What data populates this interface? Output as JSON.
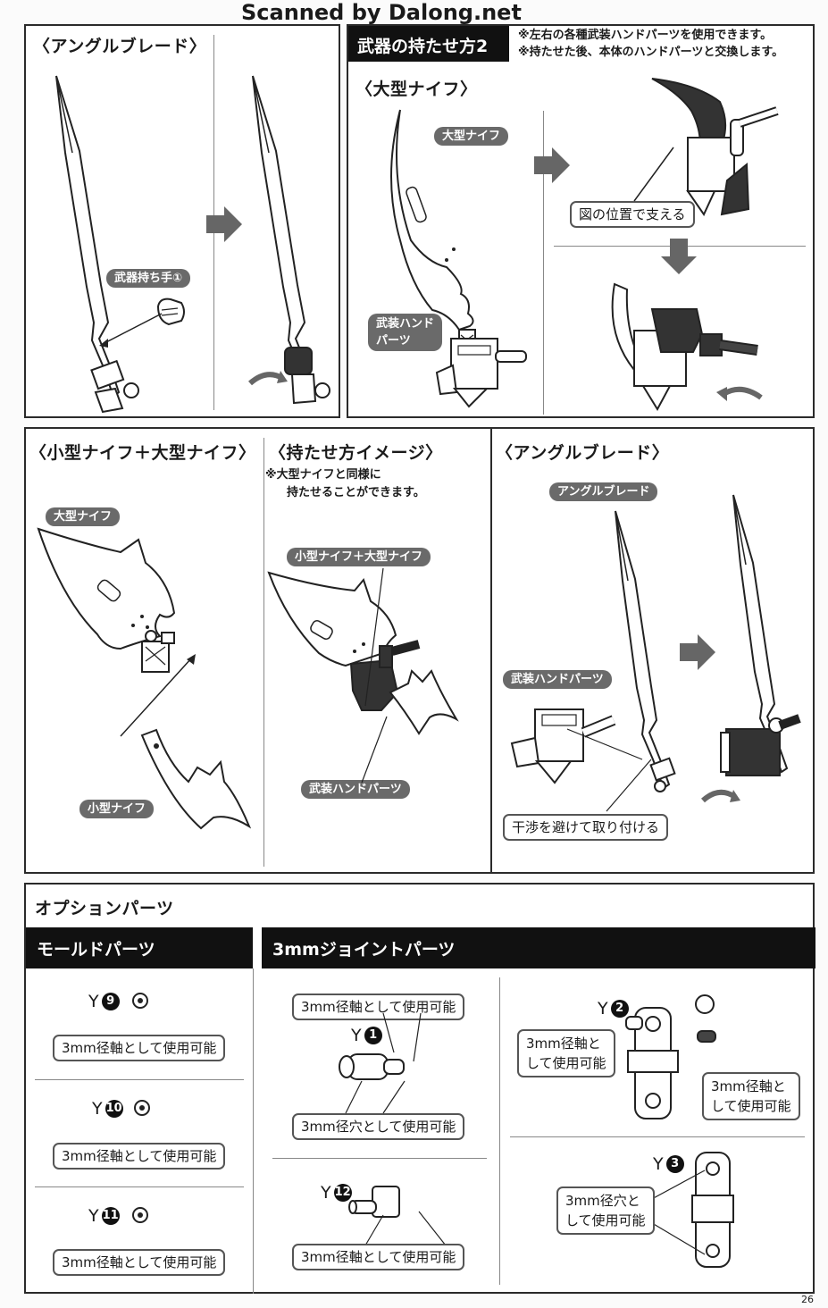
{
  "watermark": "Scanned by Dalong.net",
  "page_number": "26",
  "top_left_panel": {
    "title": "〈アングルブレード〉",
    "hand_label": "武器持ち手①"
  },
  "top_right_panel": {
    "header_title": "武器の持たせ方2",
    "header_note_1": "※左右の各種武装ハンドパーツを使用できます。",
    "header_note_2": "※持たせた後、本体のハンドパーツと交換します。",
    "section_title": "〈大型ナイフ〉",
    "large_knife_tag": "大型ナイフ",
    "armed_hand_tag_line1": "武装ハンド",
    "armed_hand_tag_line2": "パーツ",
    "support_label": "図の位置で支える"
  },
  "middle_panel": {
    "small_large_title": "〈小型ナイフ＋大型ナイフ〉",
    "large_knife_tag": "大型ナイフ",
    "small_knife_tag": "小型ナイフ",
    "image_title": "〈持たせ方イメージ〉",
    "image_note_1": "※大型ナイフと同様に",
    "image_note_2": "持たせることができます。",
    "combo_tag": "小型ナイフ＋大型ナイフ",
    "armed_hand_tag": "武装ハンドパーツ",
    "angle_title": "〈アングルブレード〉",
    "angle_tag": "アングルブレード",
    "angle_armed_hand_tag": "武装ハンドパーツ",
    "avoid_label": "干渉を避けて取り付ける"
  },
  "option_parts": {
    "title": "オプションパーツ",
    "mold_parts": {
      "title": "モールドパーツ",
      "items": [
        {
          "letter": "Y",
          "num": "9",
          "label": "3mm径軸として使用可能"
        },
        {
          "letter": "Y",
          "num": "10",
          "label": "3mm径軸として使用可能"
        },
        {
          "letter": "Y",
          "num": "11",
          "label": "3mm径軸として使用可能"
        }
      ]
    },
    "joint_parts": {
      "title": "3mmジョイントパーツ",
      "y1": {
        "letter": "Y",
        "num": "1",
        "label_top": "3mm径軸として使用可能",
        "label_bottom": "3mm径穴として使用可能"
      },
      "y12": {
        "letter": "Y",
        "num": "12",
        "label": "3mm径軸として使用可能"
      },
      "y2": {
        "letter": "Y",
        "num": "2",
        "label_left_1": "3mm径軸と",
        "label_left_2": "して使用可能",
        "label_right_1": "3mm径軸と",
        "label_right_2": "して使用可能"
      },
      "y3": {
        "letter": "Y",
        "num": "3",
        "label_1": "3mm径穴と",
        "label_2": "して使用可能"
      }
    }
  }
}
